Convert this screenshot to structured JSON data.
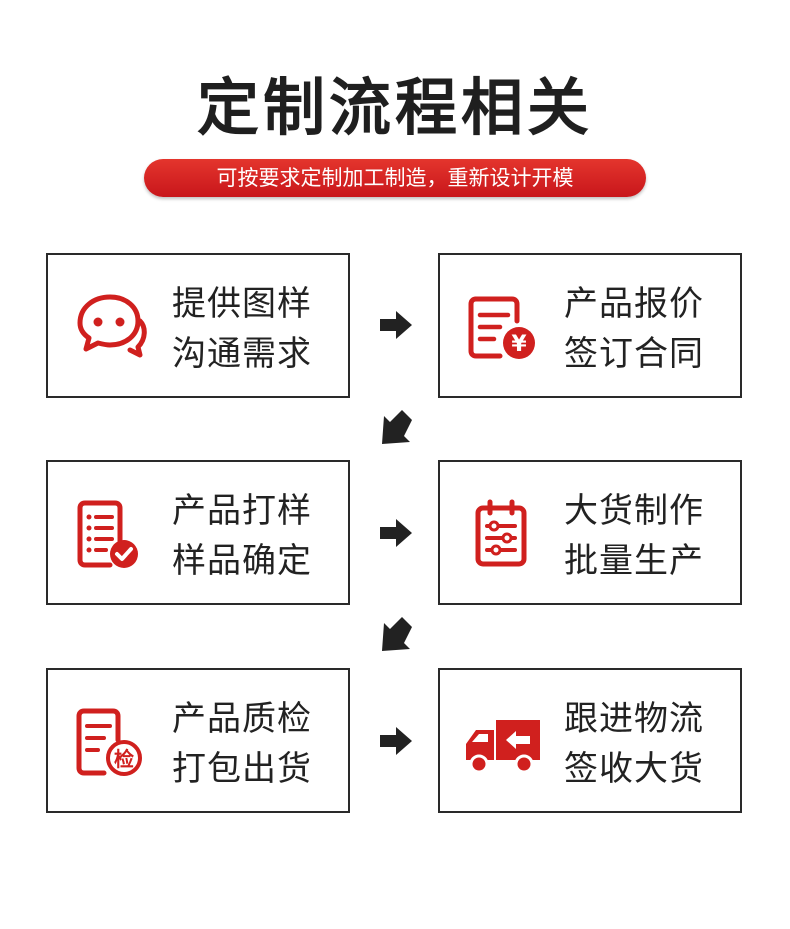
{
  "header": {
    "title": "定制流程相关",
    "subtitle": "可按要求定制加工制造，重新设计开模"
  },
  "steps": [
    {
      "line1": "提供图样",
      "line2": "沟通需求",
      "icon": "chat-bubbles-icon"
    },
    {
      "line1": "产品报价",
      "line2": "签订合同",
      "icon": "invoice-yen-icon"
    },
    {
      "line1": "产品打样",
      "line2": "样品确定",
      "icon": "checklist-approved-icon"
    },
    {
      "line1": "大货制作",
      "line2": "批量生产",
      "icon": "calendar-sliders-icon"
    },
    {
      "line1": "产品质检",
      "line2": "打包出货",
      "icon": "inspection-document-icon",
      "badge": "检"
    },
    {
      "line1": "跟进物流",
      "line2": "签收大货",
      "icon": "delivery-truck-icon"
    }
  ],
  "colors": {
    "accent": "#d0201e",
    "border": "#2a2a2a",
    "text": "#222222",
    "arrow": "#222222"
  }
}
